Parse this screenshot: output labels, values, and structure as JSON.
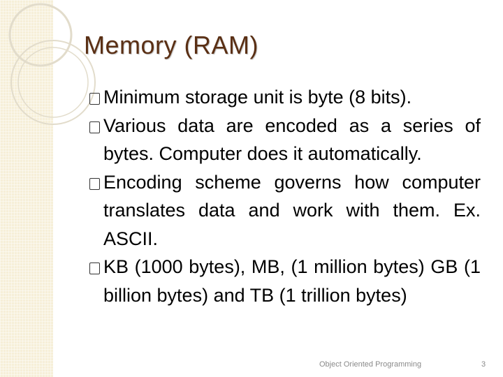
{
  "slide": {
    "title": "Memory (RAM)",
    "bullets": [
      "Minimum storage unit is byte (8 bits).",
      "Various data are encoded as a series of bytes. Computer does it automatically.",
      "Encoding scheme governs how computer translates data and work with them. Ex. ASCII.",
      "KB (1000 bytes), MB, (1 million bytes) GB (1 billion bytes) and TB (1 trillion bytes)"
    ],
    "footer": "Object Oriented Programming",
    "page_number": "3"
  },
  "colors": {
    "title": "#5a2f14",
    "band": "#f6efd8",
    "decoration_lines": "#e2dccb"
  }
}
